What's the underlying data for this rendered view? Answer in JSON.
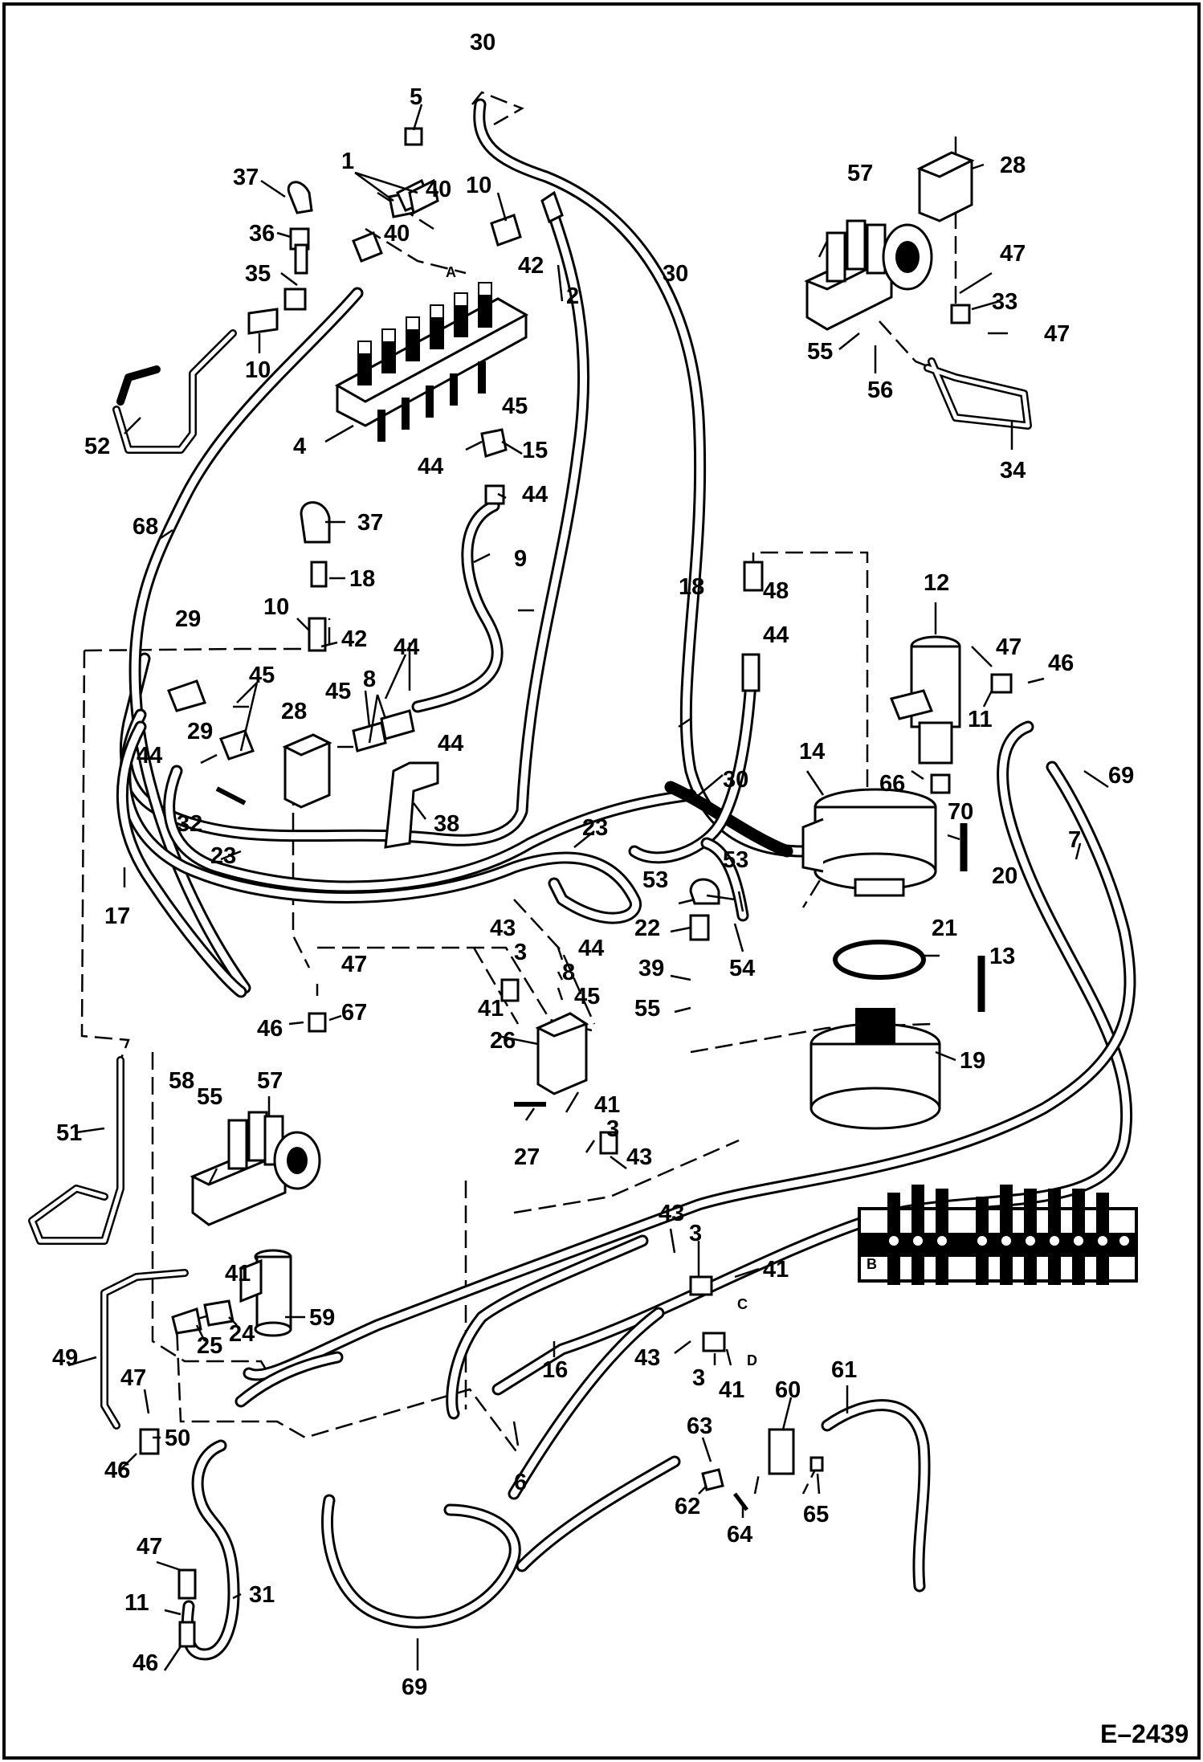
{
  "figure_ref": "E–2439",
  "connection_letters": {
    "a": "A",
    "c": "C",
    "d": "D"
  },
  "valve_section_letters": {
    "a": "A",
    "b": "B"
  },
  "callouts": {
    "c1": "1",
    "c2": "2",
    "c3a": "3",
    "c3b": "3",
    "c3c": "3",
    "c3d": "3",
    "c4": "4",
    "c5": "5",
    "c6": "6",
    "c7": "7",
    "c8a": "8",
    "c8b": "8",
    "c9": "9",
    "c10a": "10",
    "c10b": "10",
    "c10c": "10",
    "c11a": "11",
    "c11b": "11",
    "c12": "12",
    "c13": "13",
    "c14": "14",
    "c15": "15",
    "c16": "16",
    "c17": "17",
    "c18a": "18",
    "c18b": "18",
    "c19": "19",
    "c20": "20",
    "c21": "21",
    "c22": "22",
    "c23a": "23",
    "c23b": "23",
    "c24": "24",
    "c25": "25",
    "c26": "26",
    "c27": "27",
    "c28a": "28",
    "c28b": "28",
    "c29a": "29",
    "c29b": "29",
    "c30a": "30",
    "c30b": "30",
    "c30c": "30",
    "c31": "31",
    "c32": "32",
    "c33": "33",
    "c34": "34",
    "c35": "35",
    "c36": "36",
    "c37a": "37",
    "c37b": "37",
    "c38": "38",
    "c39": "39",
    "c40a": "40",
    "c40b": "40",
    "c41a": "41",
    "c41b": "41",
    "c41c": "41",
    "c41d": "41",
    "c41e": "41",
    "c42a": "42",
    "c42b": "42",
    "c43a": "43",
    "c43b": "43",
    "c43c": "43",
    "c43d": "43",
    "c44a": "44",
    "c44b": "44",
    "c44c": "44",
    "c44d": "44",
    "c44e": "44",
    "c44f": "44",
    "c44g": "44",
    "c45a": "45",
    "c45b": "45",
    "c45c": "45",
    "c45d": "45",
    "c46a": "46",
    "c46b": "46",
    "c46c": "46",
    "c46d": "46",
    "c47a": "47",
    "c47b": "47",
    "c47c": "47",
    "c47d": "47",
    "c47e": "47",
    "c47f": "47",
    "c48": "48",
    "c49": "49",
    "c50": "50",
    "c51": "51",
    "c52": "52",
    "c53a": "53",
    "c53b": "53",
    "c54": "54",
    "c55a": "55",
    "c55b": "55",
    "c55c": "55",
    "c56": "56",
    "c57a": "57",
    "c57b": "57",
    "c58": "58",
    "c59": "59",
    "c60": "60",
    "c61": "61",
    "c62": "62",
    "c63": "63",
    "c64": "64",
    "c65": "65",
    "c66": "66",
    "c67": "67",
    "c68": "68",
    "c69a": "69",
    "c69b": "69",
    "c70": "70"
  }
}
